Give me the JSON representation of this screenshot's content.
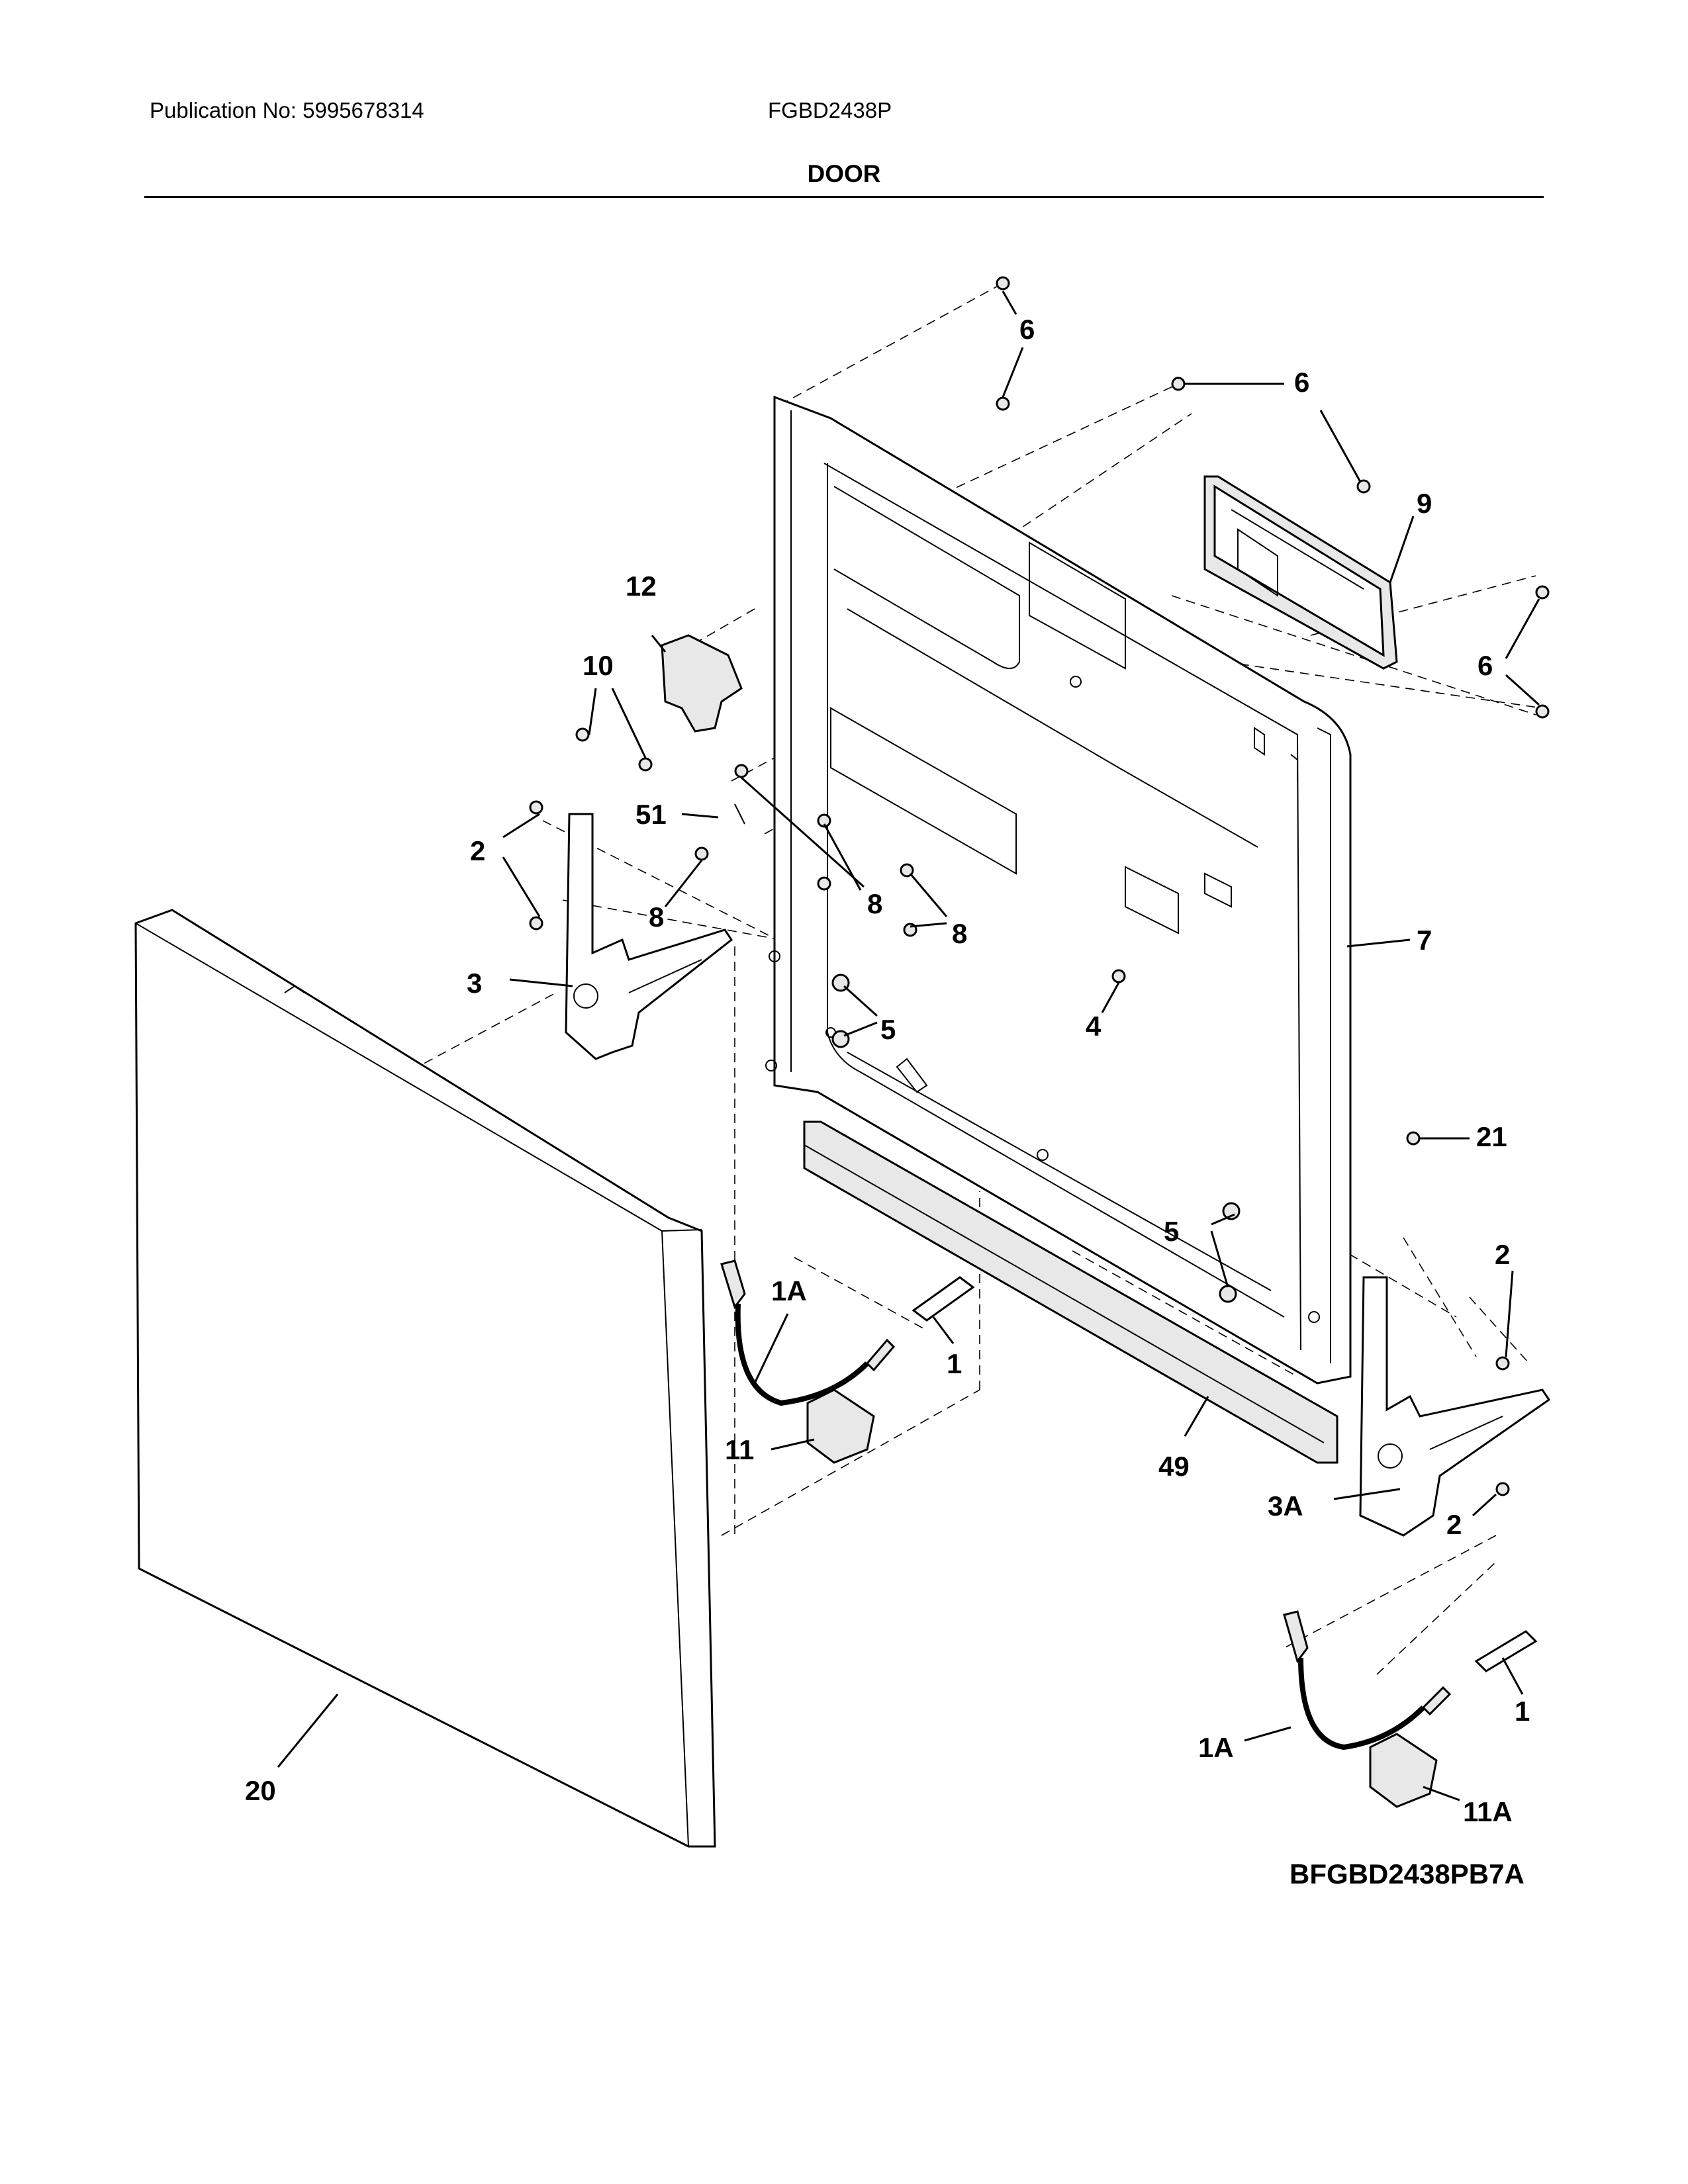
{
  "header": {
    "publication": "Publication No: 5995678314",
    "model": "FGBD2438P",
    "section_title": "DOOR"
  },
  "drawing_id": "BFGBD2438PB7A",
  "callouts": {
    "c1": "1",
    "c1b": "1",
    "c1a": "1A",
    "c1ab": "1A",
    "c2a": "2",
    "c2b": "2",
    "c2c": "2",
    "c3": "3",
    "c3a": "3A",
    "c4": "4",
    "c5a": "5",
    "c5b": "5",
    "c6a": "6",
    "c6b": "6",
    "c6c": "6",
    "c7": "7",
    "c8a": "8",
    "c8b": "8",
    "c8c": "8",
    "c9": "9",
    "c10": "10",
    "c11": "11",
    "c11a": "11A",
    "c12": "12",
    "c20": "20",
    "c21": "21",
    "c49": "49",
    "c51": "51"
  }
}
